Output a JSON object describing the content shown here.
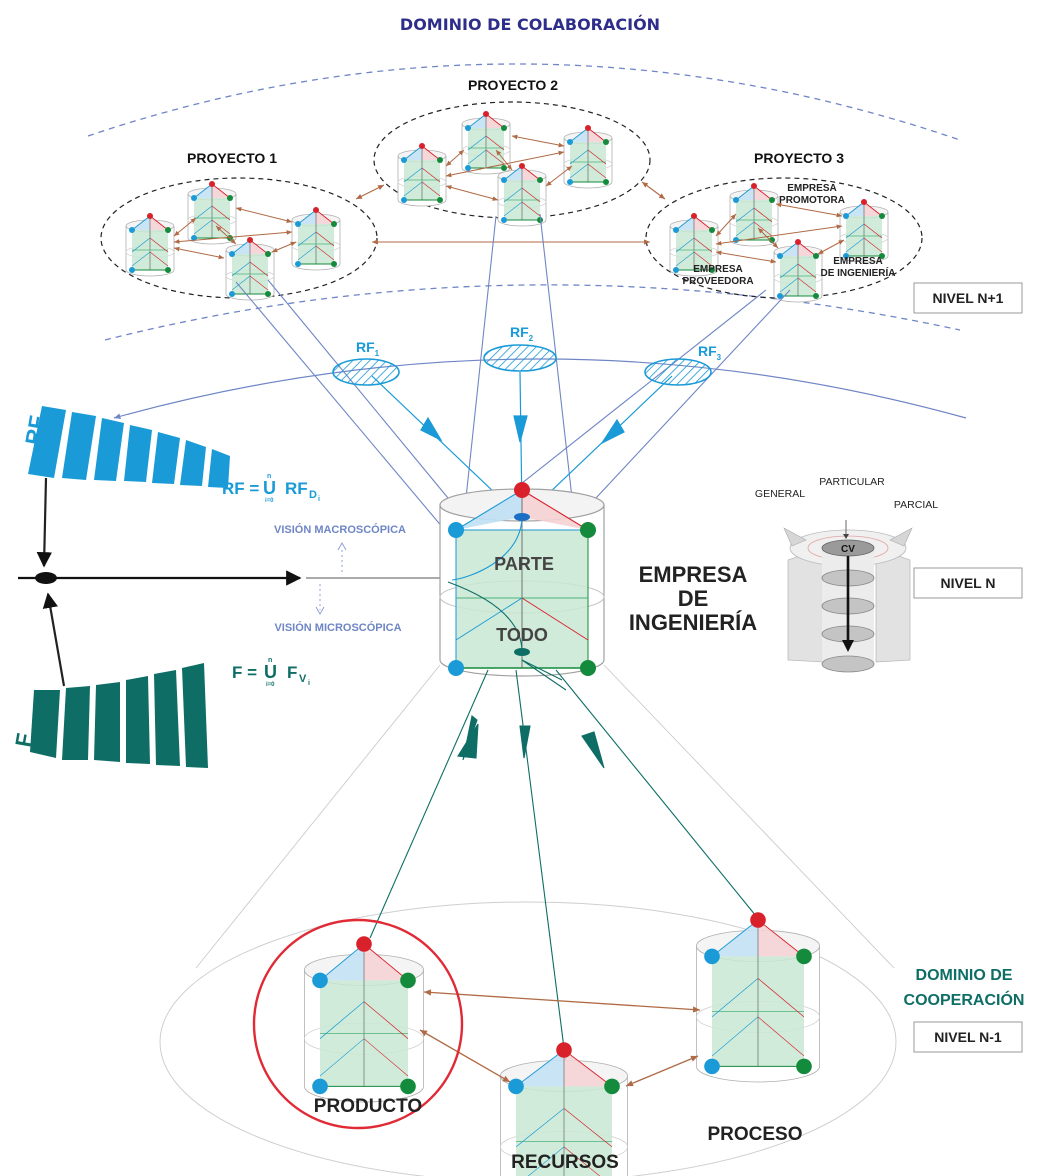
{
  "domains": {
    "collaboration": "DOMINIO DE COLABORACIÓN",
    "cooperation_line1": "DOMINIO DE",
    "cooperation_line2": "COOPERACIÓN"
  },
  "projects": {
    "p1": "PROYECTO 1",
    "p2": "PROYECTO 2",
    "p3": "PROYECTO 3"
  },
  "companies": {
    "promotora_l1": "EMPRESA",
    "promotora_l2": "PROMOTORA",
    "proveedora_l1": "EMPRESA",
    "proveedora_l2": "PROVEEDORA",
    "ingenieria_l1": "EMPRESA",
    "ingenieria_l2": "DE INGENIERÍA"
  },
  "levels": {
    "n_plus_1": "NIVEL N+1",
    "n": "NIVEL N",
    "n_minus_1": "NIVEL N-1"
  },
  "rf_labels": {
    "base": "RF",
    "sub1": "1",
    "sub2": "2",
    "sub3": "3"
  },
  "formulas": {
    "rf_axis": "RF",
    "rf_lhs": "RF = ",
    "rf_union": "U",
    "rf_top": "n",
    "rf_bottom": "i=0",
    "rf_term": "RF",
    "rf_sub": "D",
    "rf_sub2": "i",
    "f_axis": "F",
    "f_lhs": "F = ",
    "f_union": "U",
    "f_top": "n",
    "f_bottom": "i=0",
    "f_term": "F",
    "f_sub": "V",
    "f_sub2": "i"
  },
  "vision": {
    "macro": "VISIÓN MACROSCÓPICA",
    "micro": "VISIÓN MICROSCÓPICA"
  },
  "central": {
    "parte": "PARTE",
    "todo": "TODO",
    "title_l1": "EMPRESA",
    "title_l2": "DE",
    "title_l3": "INGENIERÍA"
  },
  "cv_model": {
    "general": "GENERAL",
    "particular": "PARTICULAR",
    "parcial": "PARCIAL",
    "cv": "CV"
  },
  "bottom": {
    "producto": "PRODUCTO",
    "recursos": "RECURSOS",
    "proceso": "PROCESO"
  },
  "colors": {
    "blue": "#1a9ad6",
    "teal": "#0e6e66",
    "red": "#d8212b",
    "green": "#138a3c",
    "purple": "#2e2e8a",
    "arrow_brown": "#b06a45",
    "line_blue": "#6f86c6"
  }
}
